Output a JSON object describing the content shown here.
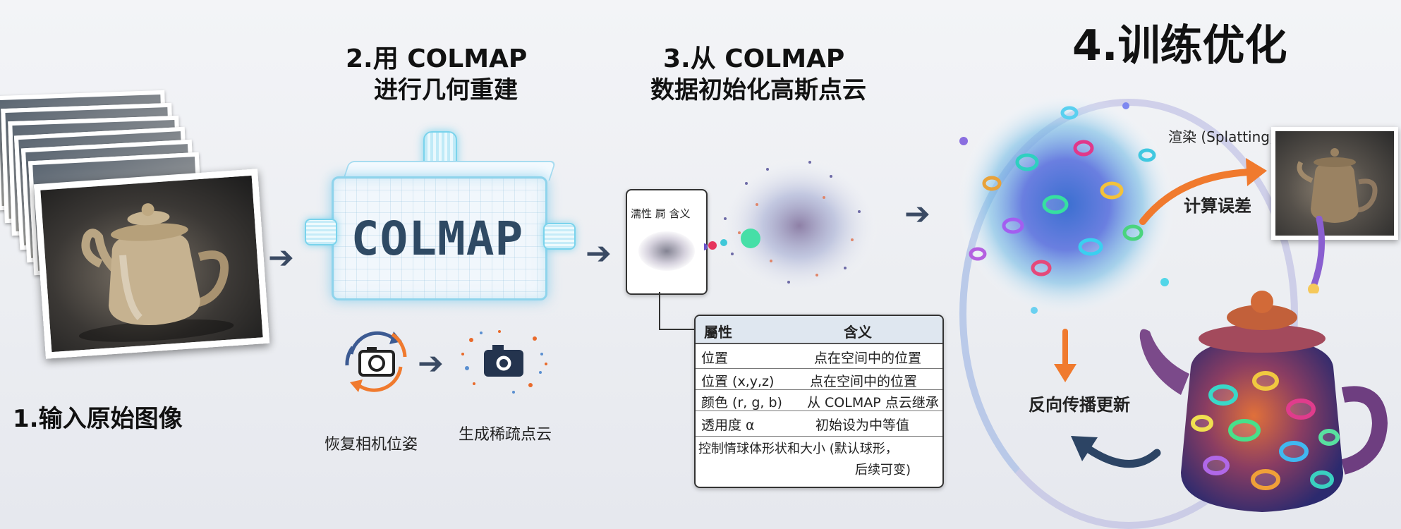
{
  "steps": {
    "step1": "1.输入原始图像",
    "step2_line1": "2.用 COLMAP",
    "step2_line2": "进行几何重建",
    "step3_line1": "3.从 COLMAP",
    "step3_line2": "数据初始化高斯点云",
    "step4": "4.训练优化"
  },
  "colmap": {
    "logo_text": "COLMAP",
    "recover_pose": "恢复相机位姿",
    "sparse_cloud": "生成稀疏点云"
  },
  "small_panel": {
    "label": "濡性 屙 含义"
  },
  "table": {
    "headers": [
      "屬性",
      "含义"
    ],
    "rows": [
      {
        "attr": "位置",
        "meaning": "点在空间中的位置"
      },
      {
        "attr": "位置 (x,y,z)",
        "meaning": "点在空间中的位置"
      },
      {
        "attr": "颜色 (r, g, b)",
        "meaning": "从 COLMAP 点云继承"
      },
      {
        "attr": "透用度 α",
        "meaning": "初始设为中等值"
      },
      {
        "attr": "控制情球体形状和大小 (默认球形，",
        "meaning": "后续可变)"
      }
    ]
  },
  "training": {
    "render": "渲染 (Splatting)",
    "compute_error": "计算误差",
    "backprop": "反向传播更新"
  },
  "colors": {
    "arrow_dark": "#3a4a63",
    "arrow_orange": "#f07a2e",
    "glow_cyan": "#7ad3ec"
  }
}
